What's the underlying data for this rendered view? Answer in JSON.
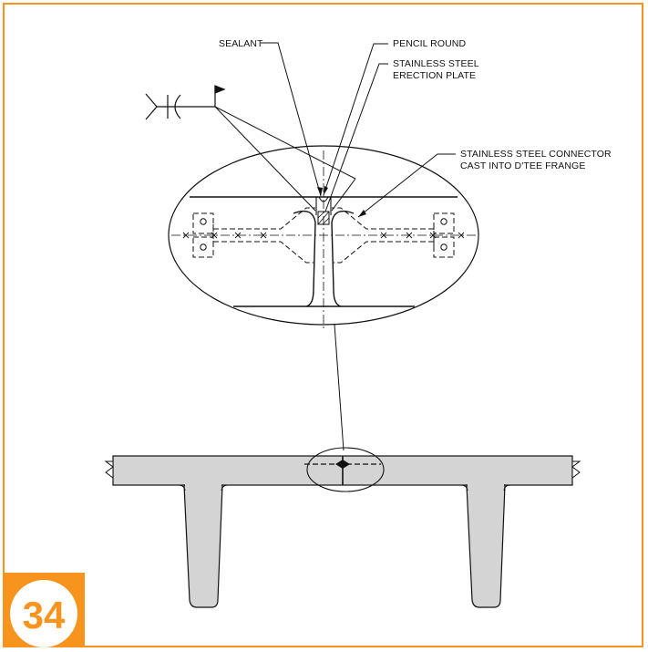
{
  "diagram": {
    "callouts": {
      "sealant": "SEALANT",
      "pencil_round": "PENCIL ROUND",
      "erection_plate_line1": "STAINLESS STEEL",
      "erection_plate_line2": "ERECTION PLATE",
      "connector_line1": "STAINLESS STEEL CONNECTOR",
      "connector_line2": "CAST INTO D'TEE FRANGE"
    }
  },
  "badge": {
    "number": "34"
  },
  "colors": {
    "accent": "#f7941d",
    "concrete": "#d4d4d4",
    "line": "#111111"
  }
}
